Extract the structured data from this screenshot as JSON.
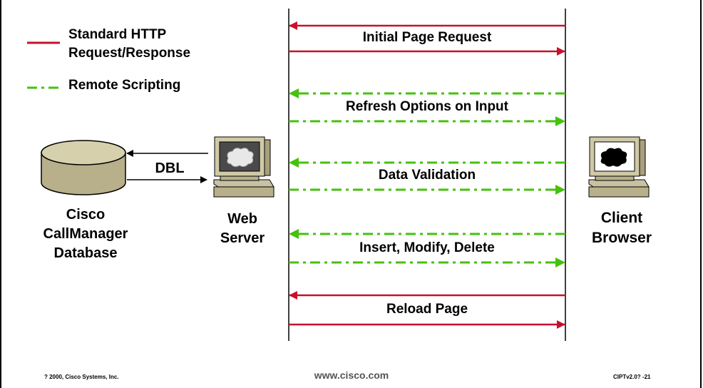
{
  "legend": {
    "http_line1": "Standard HTTP",
    "http_line2": "Request/Response",
    "remote": "Remote Scripting"
  },
  "colors": {
    "http": "#c8102e",
    "remote": "#44c20c",
    "db": "#b8b08a"
  },
  "nodes": {
    "db_line1": "Cisco",
    "db_line2": "CallManager",
    "db_line3": "Database",
    "dbl": "DBL",
    "web_line1": "Web",
    "web_line2": "Server",
    "client_line1": "Client",
    "client_line2": "Browser"
  },
  "flows": {
    "initial": "Initial Page Request",
    "refresh": "Refresh Options on Input",
    "validation": "Data Validation",
    "insert": "Insert, Modify, Delete",
    "reload": "Reload Page"
  },
  "footer": {
    "copyright": "? 2000, Cisco Systems, Inc.",
    "url": "www.cisco.com",
    "code": "CIPTv2.0?  -21"
  },
  "icons": [
    "database-cylinder-icon",
    "web-server-computer-icon",
    "client-computer-icon"
  ]
}
